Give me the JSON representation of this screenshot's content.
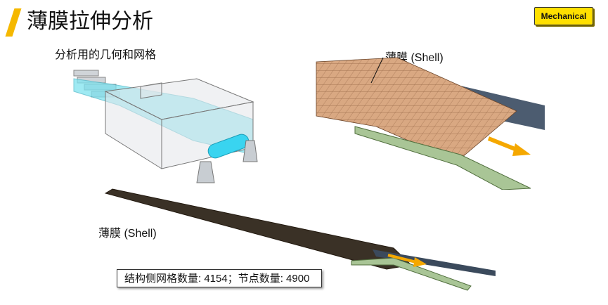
{
  "slide": {
    "title": "薄膜拉伸分析",
    "badge": "Mechanical",
    "geometry_caption": "分析用的几何和网格",
    "top_mesh_label": "薄膜 (Shell)",
    "bottom_mesh_label": "薄膜 (Shell)",
    "stats": "结构侧网格数量: 4154；节点数量: 4900"
  },
  "colors": {
    "accent": "#f5b800",
    "badge": "#ffe000",
    "film_cyan": "#7fe3f0",
    "mesh_tan": "#d9a882",
    "roller_green": "#a9c596",
    "arrow_orange": "#f5a800",
    "dark_mesh": "#3a3126"
  }
}
